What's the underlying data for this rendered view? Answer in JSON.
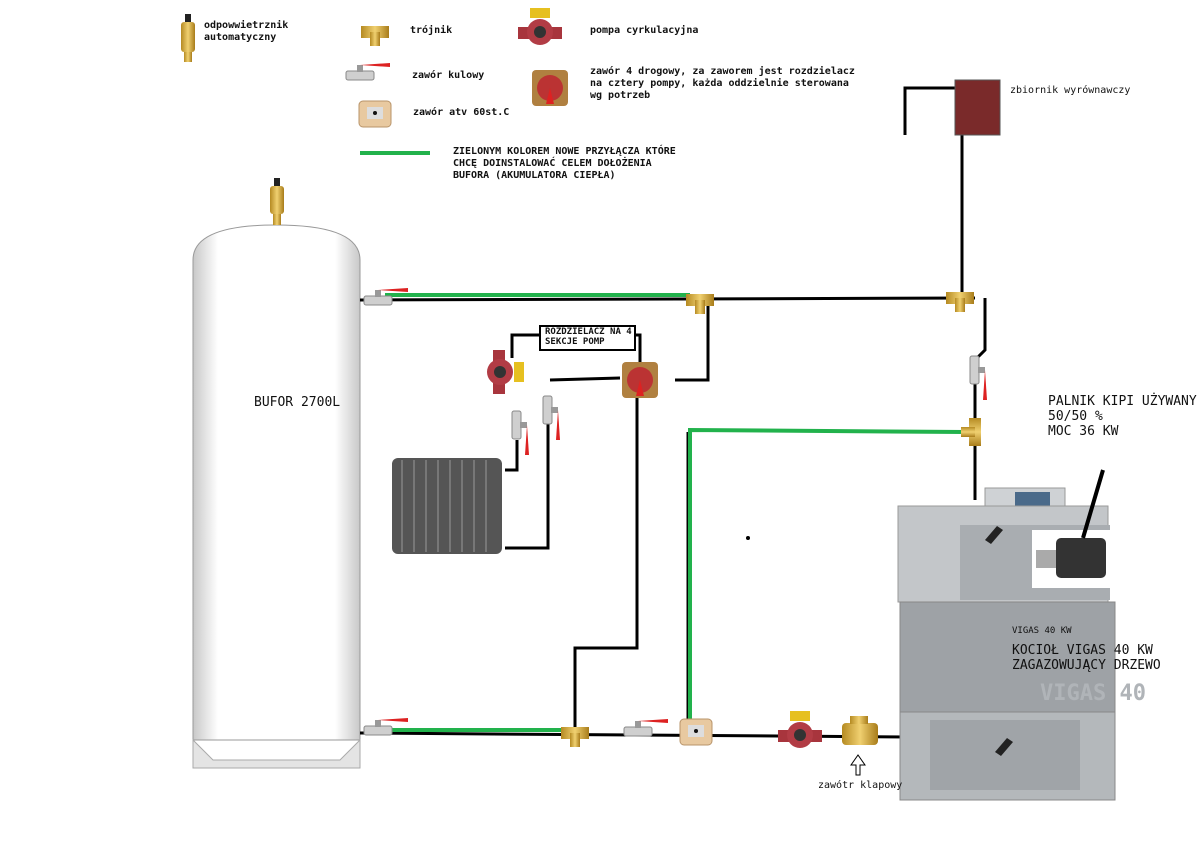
{
  "legend": {
    "air_vent": "odpowwietrznik\nautomatyczny",
    "tee": "trójnik",
    "pump": "pompa cyrkulacyjna",
    "ball_valve": "zawór kulowy",
    "four_way_valve": "zawór 4 drogowy, za zaworem jest rozdzielacz\nna cztery pompy, każda oddzielnie sterowana\nwg potrzeb",
    "atv_valve": "zawór atv 60st.C",
    "green_note": "ZIELONYM KOLOREM NOWE PRZYŁĄCZA KTÓRE\nCHCĘ DOINSTALOWAĆ CELEM DOŁOŻENIA\nBUFORA (AKUMULATORA CIEPŁA)"
  },
  "labels": {
    "buffer": "BUFOR 2700L",
    "manifold": "ROZDZIELACZ NA 4\nSEKCJE  POMP",
    "expansion_tank": "zbiornik wyrównawczy",
    "burner": "PALNIK KIPI UŻYWANY\n50/50 %\nMOC 36 KW",
    "boiler": "KOCIOŁ VIGAS 40 KW\nZAGAZOWUJĄCY DRZEWO",
    "boiler_small": "VIGAS 40 KW",
    "boiler_brand": "VIGAS 40",
    "check_valve": "zawótr klapowy"
  },
  "colors": {
    "new_pipe": "#22b24c",
    "pipe": "#000000",
    "buffer": "#ffffff",
    "boiler": "#b9bdc1",
    "brass": "#d4a93c",
    "pump": "#a8353d"
  }
}
